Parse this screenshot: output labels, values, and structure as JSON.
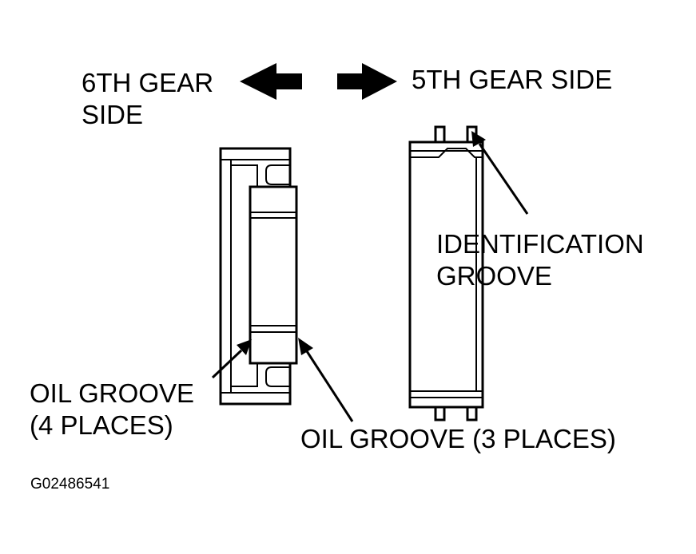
{
  "labels": {
    "sixth_gear_side": [
      "6TH GEAR",
      "SIDE"
    ],
    "fifth_gear_side": "5TH GEAR SIDE",
    "identification_groove": [
      "IDENTIFICATION",
      "GROOVE"
    ],
    "oil_groove_4": [
      "OIL GROOVE",
      "(4 PLACES)"
    ],
    "oil_groove_3": "OIL GROOVE (3 PLACES)",
    "figure_id": "G02486541"
  },
  "colors": {
    "ink": "#000000",
    "background": "#ffffff"
  }
}
